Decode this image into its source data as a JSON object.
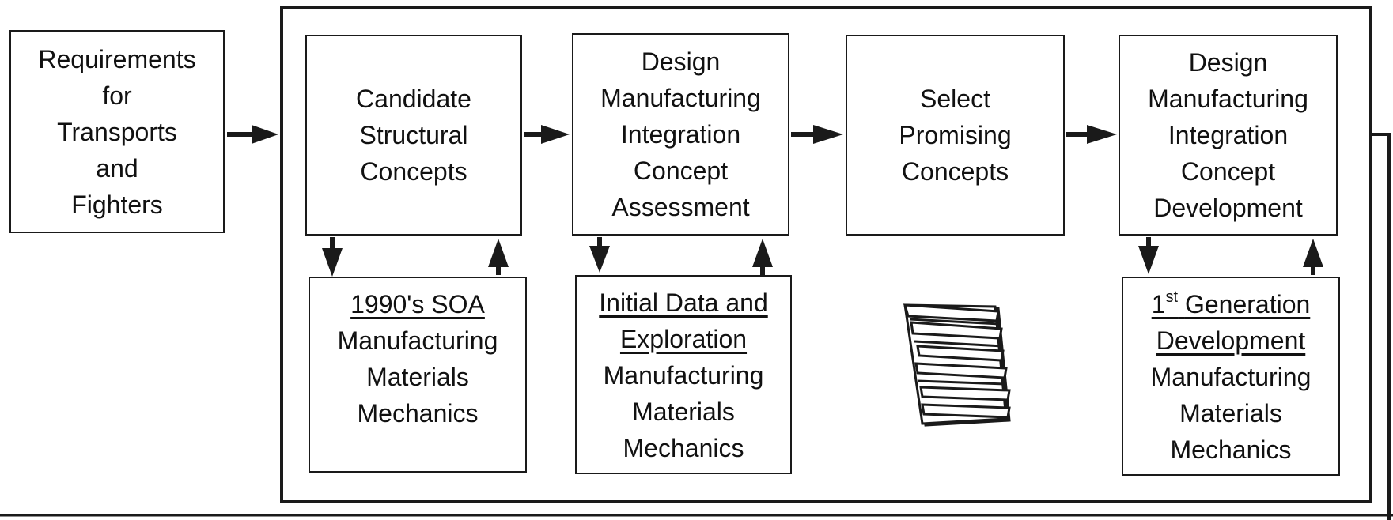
{
  "requirements": {
    "lines": [
      "Requirements",
      "for",
      "Transports",
      "and",
      "Fighters"
    ]
  },
  "candidate": {
    "lines": [
      "Candidate",
      "Structural",
      "Concepts"
    ]
  },
  "assessment": {
    "lines": [
      "Design",
      "Manufacturing",
      "Integration",
      "Concept",
      "Assessment"
    ]
  },
  "select": {
    "lines": [
      "Select",
      "Promising",
      "Concepts"
    ]
  },
  "development": {
    "lines": [
      "Design",
      "Manufacturing",
      "Integration",
      "Concept",
      "Development"
    ]
  },
  "soa": {
    "heading": "1990's SOA",
    "lines": [
      "Manufacturing",
      "Materials",
      "Mechanics"
    ]
  },
  "initial": {
    "heading_lines": [
      "Initial Data and",
      "Exploration"
    ],
    "lines": [
      "Manufacturing",
      "Materials",
      "Mechanics"
    ]
  },
  "generation": {
    "heading_sup": "st",
    "heading_num": "1",
    "heading_rest": "Generation",
    "heading_line2": "Development",
    "lines": [
      "Manufacturing",
      "Materials",
      "Mechanics"
    ]
  },
  "icons": {
    "panel": "stacked-panel-icon"
  },
  "colors": {
    "line": "#1a1a1a",
    "background": "#ffffff"
  }
}
